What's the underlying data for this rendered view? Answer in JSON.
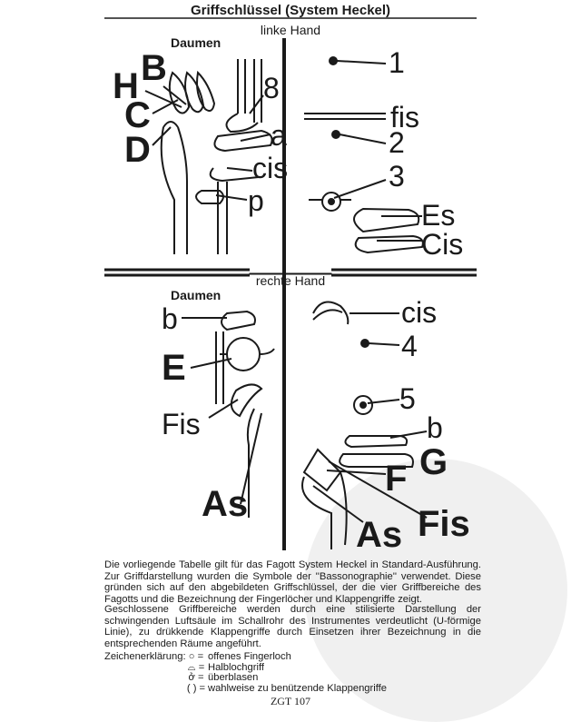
{
  "title": "Griffschlüssel (System Heckel)",
  "left_hand": {
    "heading": "linke Hand",
    "thumb": {
      "label": "Daumen",
      "keys": [
        "B",
        "H",
        "C",
        "D"
      ]
    },
    "fingers_left": [
      "8",
      "a",
      "cis",
      "p"
    ],
    "fingers_right": [
      "1",
      "fis",
      "2",
      "3",
      "Es",
      "Cis"
    ]
  },
  "right_hand": {
    "heading": "rechte Hand",
    "thumb": {
      "label": "Daumen",
      "keys": [
        "b",
        "E",
        "Fis",
        "As"
      ]
    },
    "fingers_right": [
      "cis",
      "4",
      "5",
      "b",
      "G",
      "F",
      "Fis",
      "As"
    ]
  },
  "paragraphs": [
    "Die vorliegende Tabelle gilt für das Fagott System Heckel in Standard-Ausführung. Zur Griffdarstellung wurden die Symbole der ''Bassonographie'' verwendet. Diese gründen sich auf den abgebildeten Griffschlüssel, der die vier Griffbereiche des Fagotts und die Bezeichnung der Fingerlöcher und Klappengriffe zeigt.",
    "Geschlossene Griffbereiche werden durch eine stilisierte Darstellung der schwingenden Luftsäule im Schallrohr des Instrumentes verdeutlicht (U-förmige Linie), zu drükkende Klappengriffe durch Einsetzen ihrer Bezeichnung in die entsprechenden Räume angeführt."
  ],
  "legend": {
    "title": "Zeichenerklärung:",
    "items": [
      {
        "symbol": "○ =",
        "text": "offenes Fingerloch"
      },
      {
        "symbol": "⌓ =",
        "text": "Halblochgriff"
      },
      {
        "symbol": "ở =",
        "text": "überblasen"
      },
      {
        "symbol": "( ) =",
        "text": "wahlweise zu benützende Klappengriffe"
      }
    ]
  },
  "page_code": "ZGT 107"
}
